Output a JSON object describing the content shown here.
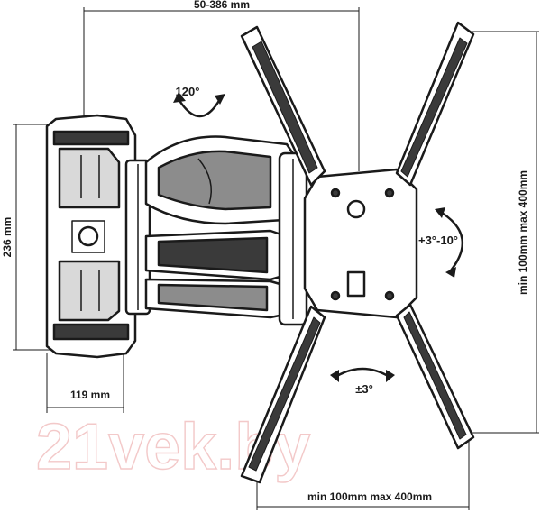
{
  "dimensions": {
    "arm_extension": "50-386 mm",
    "height": "236 mm",
    "depth": "119 mm",
    "vesa_vertical": "min 100mm max 400mm",
    "vesa_horizontal": "min 100mm max 400mm"
  },
  "adjustments": {
    "swivel": "120°",
    "tilt": "+3°-10°",
    "rotation": "±3°"
  },
  "watermark": "21vek.by",
  "colors": {
    "line": "#1a1a1a",
    "fill_dark": "#3a3a3a",
    "fill_mid": "#8c8c8c",
    "fill_light": "#d9d9d9",
    "watermark": "#f3c9c9"
  }
}
